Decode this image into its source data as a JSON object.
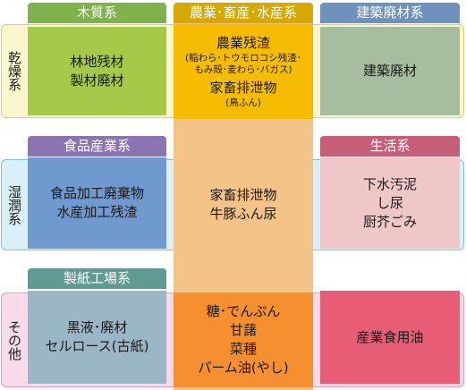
{
  "rows": {
    "dry": "乾燥系",
    "wet": "湿潤系",
    "other": "その他"
  },
  "headers": {
    "wood": "木質系",
    "agri": "農業･畜産･水産系",
    "build": "建築廃材系",
    "food": "食品産業系",
    "life": "生活系",
    "paper": "製紙工場系"
  },
  "cells": {
    "wood_dry": [
      "林地残材",
      "製材廃材"
    ],
    "agri_dry": {
      "title": "農業残渣",
      "note": [
        "(稲わら･トウモロコシ残渣･",
        "もみ殻･麦わら･バガス)"
      ],
      "title2": "家畜排泄物",
      "note2": "(鳥ふん)"
    },
    "build_dry": "建築廃材",
    "food_wet": [
      "食品加工廃棄物",
      "水産加工残渣"
    ],
    "agri_wet": [
      "家畜排泄物",
      "牛豚ふん尿"
    ],
    "life_wet": [
      "下水汚泥",
      "し尿",
      "厨芥ごみ"
    ],
    "paper_other": [
      "黒液･廃材",
      "セルロース(古紙)"
    ],
    "agri_other": [
      "糖･でんぷん",
      "甘藷",
      "菜種",
      "パーム油(やし)"
    ],
    "life_other": "産業食用油"
  },
  "colors": {
    "wood": "#a6c94a",
    "agri": "#f6bd00",
    "build": "#a7bd9f",
    "food": "#6f99cf",
    "life": "#eec7c6",
    "paper": "#9bb7c6",
    "sugar": "#f58f30",
    "oil": "#e75d75"
  }
}
